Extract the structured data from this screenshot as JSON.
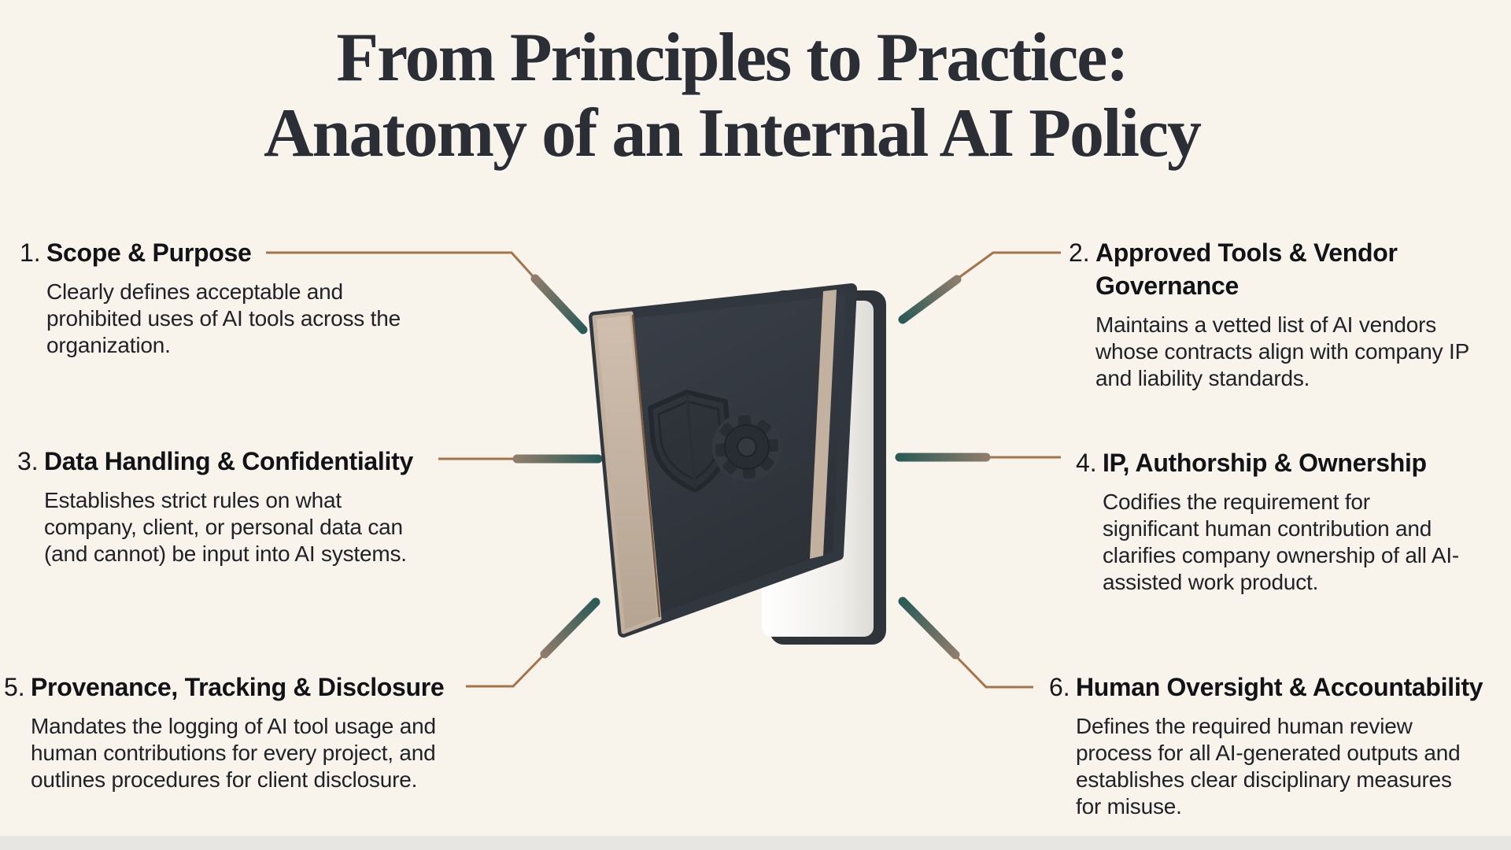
{
  "title": "From Principles to Practice:\nAnatomy of an Internal AI Policy",
  "colors": {
    "background": "#f8f4ec",
    "title_text": "#2b2f35",
    "heading_text": "#121316",
    "body_text": "#202227",
    "connector_thin_brown": "#a5734a",
    "connector_bar_brown_gray": "#8d7c6b",
    "connector_bar_teal": "#2c5b56",
    "book_cover_dark": "#31373e",
    "book_spine_tan": "#c8b6a4",
    "book_pages": "#f2f0ec",
    "footer_strip": "#e8e6e2"
  },
  "center_icon": "policy-book-with-shield-gear-emblem",
  "sections": [
    {
      "num": "1.",
      "heading": "Scope & Purpose",
      "body": "Clearly defines acceptable and\nprohibited uses of AI tools across the\norganization."
    },
    {
      "num": "2.",
      "heading": "Approved Tools & Vendor\nGovernance",
      "body": "Maintains a vetted list of AI vendors\nwhose contracts align with company IP\nand liability standards."
    },
    {
      "num": "3.",
      "heading": "Data Handling & Confidentiality",
      "body": "Establishes strict rules on what\ncompany, client, or personal data can\n(and cannot) be input into AI systems."
    },
    {
      "num": "4.",
      "heading": "IP, Authorship & Ownership",
      "body": "Codifies the requirement for\nsignificant human contribution and\nclarifies company ownership of all AI-\nassisted work product."
    },
    {
      "num": "5.",
      "heading": "Provenance, Tracking & Disclosure",
      "body": "Mandates the logging of AI tool usage and\nhuman contributions for every project, and\noutlines procedures for client disclosure."
    },
    {
      "num": "6.",
      "heading": "Human Oversight & Accountability",
      "body": "Defines the required human review\nprocess for all AI-generated outputs and\nestablishes clear disciplinary measures\nfor misuse."
    }
  ]
}
